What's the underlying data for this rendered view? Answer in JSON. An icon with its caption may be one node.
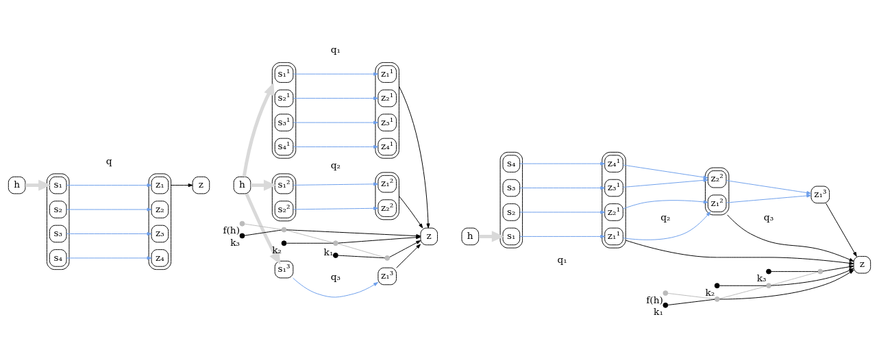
{
  "diagram": {
    "nodes": [
      {
        "text": [
          "h"
        ]
      },
      {
        "text": [],
        "shape": "box"
      },
      {
        "text": [
          "s₁"
        ],
        "in": 1
      },
      {
        "text": [
          "s₂"
        ],
        "in": 1
      },
      {
        "text": [
          "s₃"
        ],
        "in": 1
      },
      {
        "text": [
          "s₄"
        ],
        "in": 1
      },
      {
        "text": [],
        "shape": "box"
      },
      {
        "text": [
          "z₁"
        ],
        "in": 6
      },
      {
        "text": [
          "z₂"
        ],
        "in": 6
      },
      {
        "text": [
          "z₃"
        ],
        "in": 6
      },
      {
        "text": [
          "z₄"
        ],
        "in": 6
      },
      {
        "text": [
          "z"
        ]
      },
      {
        "text": [
          "h"
        ]
      },
      {
        "text": [],
        "shape": "box"
      },
      {
        "text": [
          "s₁¹"
        ],
        "in": 13
      },
      {
        "text": [
          "s₂¹"
        ],
        "in": 13
      },
      {
        "text": [
          "s₃¹"
        ],
        "in": 13
      },
      {
        "text": [
          "s₄¹"
        ],
        "in": 13
      },
      {
        "text": [],
        "shape": "box"
      },
      {
        "text": [
          "z₁¹"
        ],
        "in": 18
      },
      {
        "text": [
          "z₂¹"
        ],
        "in": 18
      },
      {
        "text": [
          "z₃¹"
        ],
        "in": 18
      },
      {
        "text": [
          "z₄¹"
        ],
        "in": 18
      },
      {
        "text": [],
        "shape": "box"
      },
      {
        "text": [
          "s₁²"
        ],
        "in": 23
      },
      {
        "text": [
          "s₂²"
        ],
        "in": 23
      },
      {
        "text": [],
        "shape": "box"
      },
      {
        "text": [
          "z₁²"
        ],
        "in": 26
      },
      {
        "text": [
          "z₂²"
        ],
        "in": 26
      },
      {
        "text": [
          "s₁³"
        ]
      },
      {
        "text": [
          "z₁³"
        ]
      },
      {
        "text": [],
        "shape": "circle",
        "beside": [
          "k₁"
        ]
      },
      {
        "text": [],
        "shape": "circle"
      },
      {
        "text": [],
        "shape": "circle",
        "beside": [
          "k₂"
        ]
      },
      {
        "text": [],
        "shape": "circle"
      },
      {
        "text": [],
        "shape": "circle",
        "beside": [
          "k₃"
        ]
      },
      {
        "text": [],
        "shape": "circle"
      },
      {
        "text": [],
        "shape": "circle",
        "beside": [
          "f(h)"
        ]
      },
      {
        "text": [
          "z"
        ]
      },
      {
        "text": [
          "h"
        ]
      },
      {
        "text": [],
        "shape": "box"
      },
      {
        "text": [
          "s₁"
        ],
        "in": 40
      },
      {
        "text": [
          "s₂"
        ],
        "in": 40
      },
      {
        "text": [
          "s₃"
        ],
        "in": 40
      },
      {
        "text": [
          "s₄"
        ],
        "in": 40
      },
      {
        "text": [],
        "shape": "box"
      },
      {
        "text": [
          "z₁¹"
        ],
        "in": 45
      },
      {
        "text": [
          "z₂¹"
        ],
        "in": 45
      },
      {
        "text": [
          "z₃¹"
        ],
        "in": 45
      },
      {
        "text": [
          "z₄¹"
        ],
        "in": 45
      },
      {
        "text": [],
        "shape": "box"
      },
      {
        "text": [
          "z₁²"
        ],
        "in": 50
      },
      {
        "text": [
          "z₂²"
        ],
        "in": 50
      },
      {
        "text": [
          "z₁³"
        ]
      },
      {
        "text": [],
        "shape": "circle",
        "beside": [
          "f(h)"
        ]
      },
      {
        "text": [],
        "shape": "circle",
        "beside": [
          "k₁"
        ]
      },
      {
        "text": [],
        "shape": "circle"
      },
      {
        "text": [],
        "shape": "circle",
        "beside": [
          "k₂"
        ]
      },
      {
        "text": [],
        "shape": "circle"
      },
      {
        "text": [],
        "shape": "circle",
        "beside": [
          "k₃"
        ]
      },
      {
        "text": [],
        "shape": "circle"
      },
      {
        "text": [
          "z"
        ]
      }
    ],
    "edges": [
      {
        "from": 0,
        "to": 1,
        "arrow": "to",
        "style": "thick",
        "color": "#d9d9d9"
      },
      {
        "from": 2,
        "to": 7,
        "arrow": "to",
        "color": "#6d9eeb"
      },
      {
        "from": 3,
        "to": 8,
        "arrow": "to",
        "color": "#6d9eeb"
      },
      {
        "from": 4,
        "to": 9,
        "arrow": "to",
        "color": "#6d9eeb"
      },
      {
        "from": 5,
        "to": 10,
        "arrow": "to",
        "color": "#6d9eeb"
      },
      {
        "from": 6,
        "to": 11,
        "arrow": "to",
        "color": "#000000"
      },
      {
        "from": 12,
        "to": 13,
        "arrow": "to",
        "style": "thick",
        "color": "#d9d9d9"
      },
      {
        "from": 12,
        "to": 23,
        "arrow": "to",
        "style": "thick",
        "color": "#d9d9d9"
      },
      {
        "from": 12,
        "to": 29,
        "arrow": "to",
        "style": "thick",
        "color": "#d9d9d9"
      },
      {
        "from": 14,
        "to": 19,
        "arrow": "to",
        "color": "#6d9eeb"
      },
      {
        "from": 15,
        "to": 20,
        "arrow": "to",
        "color": "#6d9eeb"
      },
      {
        "from": 16,
        "to": 21,
        "arrow": "to",
        "color": "#6d9eeb"
      },
      {
        "from": 17,
        "to": 22,
        "arrow": "to",
        "color": "#6d9eeb"
      },
      {
        "from": 24,
        "to": 27,
        "arrow": "to",
        "color": "#6d9eeb"
      },
      {
        "from": 25,
        "to": 28,
        "arrow": "to",
        "color": "#6d9eeb"
      },
      {
        "from": 29,
        "to": 30,
        "arrow": "to",
        "color": "#6d9eeb"
      },
      {
        "from": 31,
        "to": 32,
        "arrow": "none",
        "color": "#000000"
      },
      {
        "from": 33,
        "to": 34,
        "arrow": "none",
        "color": "#000000"
      },
      {
        "from": 35,
        "to": 36,
        "arrow": "none",
        "color": "#000000"
      },
      {
        "from": 37,
        "to": 36,
        "arrow": "none",
        "color": "#bbbbbb"
      },
      {
        "from": 36,
        "to": 34,
        "arrow": "none",
        "color": "#bbbbbb"
      },
      {
        "from": 34,
        "to": 32,
        "arrow": "none",
        "color": "#bbbbbb"
      },
      {
        "from": 18,
        "to": 38,
        "arrow": "to",
        "color": "#000000"
      },
      {
        "from": 32,
        "to": 38,
        "arrow": "to",
        "color": "#000000"
      },
      {
        "from": 26,
        "to": 38,
        "arrow": "to",
        "color": "#000000"
      },
      {
        "from": 34,
        "to": 38,
        "arrow": "to",
        "color": "#000000"
      },
      {
        "from": 30,
        "to": 38,
        "arrow": "to",
        "color": "#000000"
      },
      {
        "from": 36,
        "to": 38,
        "arrow": "to",
        "color": "#000000"
      },
      {
        "from": 39,
        "to": 40,
        "arrow": "to",
        "style": "thick",
        "color": "#d9d9d9"
      },
      {
        "from": 41,
        "to": 46,
        "arrow": "to",
        "color": "#6d9eeb"
      },
      {
        "from": 42,
        "to": 47,
        "arrow": "to",
        "color": "#6d9eeb"
      },
      {
        "from": 43,
        "to": 48,
        "arrow": "to",
        "color": "#6d9eeb"
      },
      {
        "from": 44,
        "to": 49,
        "arrow": "to",
        "color": "#6d9eeb"
      },
      {
        "from": 46,
        "to": 51,
        "arrow": "to",
        "color": "#6d9eeb"
      },
      {
        "from": 47,
        "to": 51,
        "arrow": "to",
        "color": "#6d9eeb"
      },
      {
        "from": 48,
        "to": 52,
        "arrow": "to",
        "color": "#6d9eeb"
      },
      {
        "from": 49,
        "to": 52,
        "arrow": "to",
        "color": "#6d9eeb"
      },
      {
        "from": 51,
        "to": 53,
        "arrow": "to",
        "color": "#6d9eeb"
      },
      {
        "from": 52,
        "to": 53,
        "arrow": "to",
        "color": "#6d9eeb"
      },
      {
        "from": 54,
        "to": 56,
        "arrow": "none",
        "color": "#bbbbbb"
      },
      {
        "from": 56,
        "to": 58,
        "arrow": "none",
        "color": "#bbbbbb"
      },
      {
        "from": 58,
        "to": 60,
        "arrow": "none",
        "color": "#bbbbbb"
      },
      {
        "from": 55,
        "to": 56,
        "arrow": "none",
        "color": "#000000"
      },
      {
        "from": 57,
        "to": 58,
        "arrow": "none",
        "color": "#000000"
      },
      {
        "from": 59,
        "to": 60,
        "arrow": "none",
        "color": "#000000"
      },
      {
        "from": 56,
        "to": 61,
        "arrow": "to",
        "color": "#000000"
      },
      {
        "from": 45,
        "to": 61,
        "arrow": "to",
        "color": "#000000"
      },
      {
        "from": 58,
        "to": 61,
        "arrow": "to",
        "color": "#000000"
      },
      {
        "from": 50,
        "to": 61,
        "arrow": "to",
        "color": "#000000"
      },
      {
        "from": 60,
        "to": 61,
        "arrow": "to",
        "color": "#000000"
      },
      {
        "from": 53,
        "to": 61,
        "arrow": "to",
        "color": "#000000"
      }
    ],
    "labels": [
      "q",
      "q₁",
      "q₂",
      "q₃",
      "q₁",
      "q₂",
      "q₃"
    ]
  }
}
